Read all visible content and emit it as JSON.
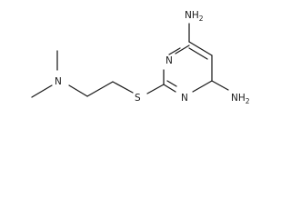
{
  "molecule": {
    "atoms": {
      "nh2_top": {
        "element": "N",
        "hydrogens": "H",
        "count": "2"
      },
      "nh2_bottom": {
        "element": "N",
        "hydrogens": "H",
        "count": "2"
      },
      "n_ring_upper": {
        "element": "N"
      },
      "n_ring_lower": {
        "element": "N"
      },
      "sulfur": {
        "element": "S"
      },
      "n_dimethyl": {
        "element": "N"
      }
    },
    "colors": {
      "ink": "#1a1a1a",
      "background": "#ffffff"
    }
  }
}
